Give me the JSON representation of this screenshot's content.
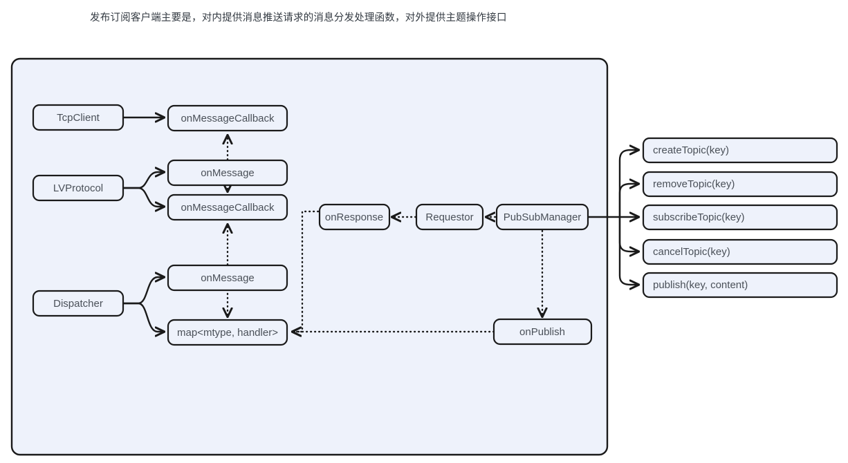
{
  "caption": "发布订阅客户端主要是，对内提供消息推送请求的消息分发处理函数，对外提供主题操作接口",
  "colors": {
    "panel_fill": "#eef2fb",
    "box_fill": "#eef2fb",
    "stroke": "#1a1a1a",
    "label_text": "#4a5058",
    "caption_text": "#333a42",
    "page_background": "#ffffff"
  },
  "diagram": {
    "type": "flowchart",
    "container_label": "",
    "nodes": {
      "tcp_client": "TcpClient",
      "lv_protocol": "LVProtocol",
      "dispatcher": "Dispatcher",
      "on_message_callback_top": "onMessageCallback",
      "on_message_mid": "onMessage",
      "on_message_callback_mid": "onMessageCallback",
      "on_message_bottom": "onMessage",
      "map_mtype_handler": "map<mtype, handler>",
      "on_response": "onResponse",
      "requestor": "Requestor",
      "pub_sub_manager": "PubSubManager",
      "on_publish": "onPublish"
    },
    "api_boxes": [
      "createTopic(key)",
      "removeTopic(key)",
      "subscribeTopic(key)",
      "cancelTopic(key)",
      "publish(key, content)"
    ],
    "edges": [
      {
        "from": "TcpClient",
        "to": "onMessageCallback",
        "style": "solid"
      },
      {
        "from": "LVProtocol",
        "to": "onMessage",
        "style": "solid"
      },
      {
        "from": "LVProtocol",
        "to": "onMessageCallback",
        "style": "solid"
      },
      {
        "from": "Dispatcher",
        "to": "onMessage",
        "style": "solid"
      },
      {
        "from": "Dispatcher",
        "to": "map<mtype, handler>",
        "style": "solid"
      },
      {
        "from": "onMessage",
        "to": "onMessageCallback",
        "style": "dotted"
      },
      {
        "from": "onMessage",
        "to": "onMessageCallback",
        "style": "dotted"
      },
      {
        "from": "onMessage",
        "to": "map<mtype, handler>",
        "style": "dotted"
      },
      {
        "from": "onResponse",
        "to": "onMessageCallback",
        "style": "dotted"
      },
      {
        "from": "Requestor",
        "to": "onResponse",
        "style": "dotted"
      },
      {
        "from": "PubSubManager",
        "to": "Requestor",
        "style": "dotted"
      },
      {
        "from": "PubSubManager",
        "to": "onPublish",
        "style": "dotted"
      },
      {
        "from": "onPublish",
        "to": "map<mtype, handler>",
        "style": "dotted"
      },
      {
        "from": "PubSubManager",
        "to": "createTopic(key)",
        "style": "solid"
      },
      {
        "from": "PubSubManager",
        "to": "removeTopic(key)",
        "style": "solid"
      },
      {
        "from": "PubSubManager",
        "to": "subscribeTopic(key)",
        "style": "solid"
      },
      {
        "from": "PubSubManager",
        "to": "cancelTopic(key)",
        "style": "solid"
      },
      {
        "from": "PubSubManager",
        "to": "publish(key, content)",
        "style": "solid"
      }
    ]
  }
}
